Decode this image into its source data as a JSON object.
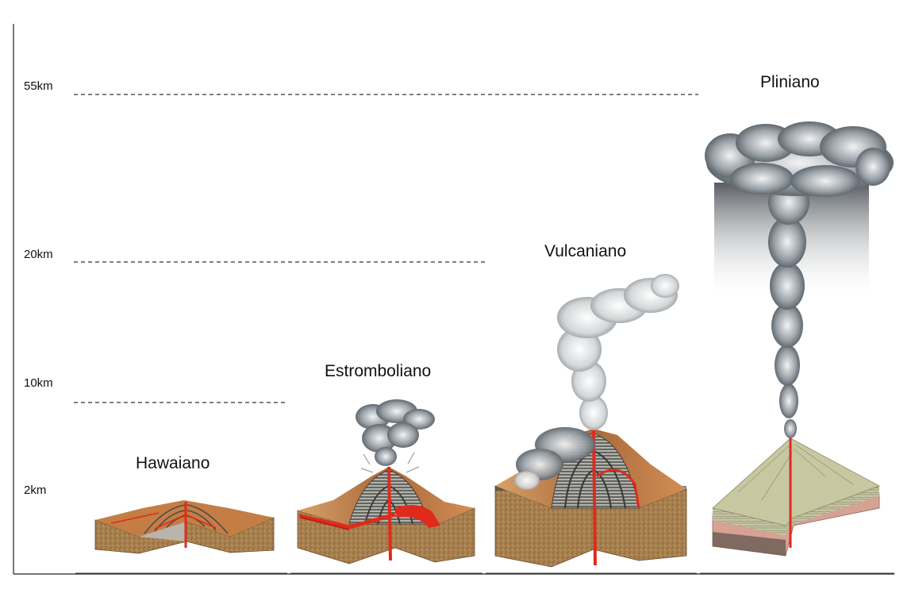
{
  "altitude_labels": {
    "km55": "55km",
    "km20": "20km",
    "km10": "10km",
    "km2": "2km"
  },
  "eruption_types": {
    "hawaiano": "Hawaiano",
    "estromboliano": "Estromboliano",
    "vulcaniano": "Vulcaniano",
    "pliniano": "Pliniano"
  },
  "colors": {
    "lava": "#e02b1c",
    "soil": "#a8814f",
    "cone_orange": "#c88449",
    "ash_dark": "#5d6670",
    "ash_light": "#cfd3d6",
    "pliniano_ground": "#bfbf9c",
    "pliniano_base": "#d8a79a"
  }
}
